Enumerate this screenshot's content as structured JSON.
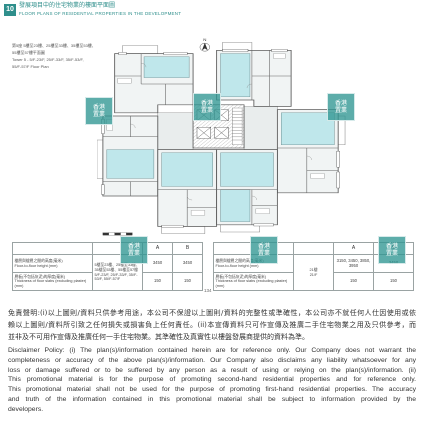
{
  "header": {
    "section_no": "10",
    "title_zh": "發展項目中的住宅物業的樓面平面圖",
    "title_en": "FLOOR PLANS OF RESIDENTIAL PROPERTIES IN THE DEVELOPMENT"
  },
  "plan": {
    "title_zh_line1": "第5座 5樓至23樓、25樓至33樓、35樓至53樓、",
    "title_zh_line2": "55樓至57樓平面圖",
    "title_en_line1": "Tower 5 - 5/F-23/F, 25/F-33/F, 35/F-53/F,",
    "title_en_line2": "55/F-57/F Floor Plan",
    "north_label": "N"
  },
  "watermark": {
    "text": "香港置業"
  },
  "colors": {
    "brand_teal": "#2f8f8c",
    "highlight_cyan": "#bfe7eb"
  },
  "floor_height_tables": [
    {
      "floor_zh": "5樓至23樓、25樓至33樓、35樓至53樓、55樓至57樓",
      "floor_en": "5/F-23/F, 25/F-33/F, 35/F-53/F, 55/F-57/F",
      "units": [
        "A",
        "B"
      ],
      "rows": [
        {
          "label_zh": "樓層與樓層之間的高度(毫米)",
          "label_en": "Floor-to-floor height (mm)",
          "values": [
            "3450",
            "3450"
          ]
        },
        {
          "label_zh": "層板(不包括灰泥)的厚度(毫米)",
          "label_en": "Thickness of floor slabs (excluding plaster) (mm)",
          "values": [
            "150",
            "150"
          ]
        }
      ]
    },
    {
      "floor_zh": "21樓",
      "floor_en": "21/F",
      "units": [
        "A",
        "B"
      ],
      "rows": [
        {
          "label_zh": "樓層與樓層之間的高度(毫米)",
          "label_en": "Floor-to-floor height (mm)",
          "values": [
            "3150, 3450, 3850, 3950",
            "3450"
          ]
        },
        {
          "label_zh": "層板(不包括灰泥)的厚度(毫米)",
          "label_en": "Thickness of floor slabs (excluding plaster) (mm)",
          "values": [
            "150",
            "150"
          ]
        }
      ]
    }
  ],
  "page_number": "134",
  "disclaimer": {
    "zh": [
      "免責聲明:(i)以上圖則/資料只供參考用途，本公司不保證以上圖則/資料的完整性或準確性，本公司亦不就任何人仕因使用或依",
      "賴以上圖則/資料所引致之任何損失或損害負上任何責任。(ii)本宣傳資料只可作宣傳及推廣二手住宅物業之用及只供參考，而",
      "並非及不可用作宣傳及推廣任何一手住宅物業。其準確性及真實性以樓盤發展商提供的資料為準。"
    ],
    "en": [
      "Disclaimer Policy: (i) The plan(s)/information contained herein are for reference only. Our Company does not warrant the",
      "completeness or accuracy of the above plan(s)/information. Our Company also disclaims any liability whatsoever for any",
      "loss or damage suffered or to be suffered by any person as a result of using or relying on the plan(s)/information. (ii)",
      "This promotional material is for the purpose of promoting second-hand residential properties and for reference only.",
      "This promotional material shall not be used for the purpose of promoting first-hand residential properties. The accuracy",
      "and truth of the information contained in this promotional material shall be subject to information provided by the",
      "developers."
    ]
  }
}
